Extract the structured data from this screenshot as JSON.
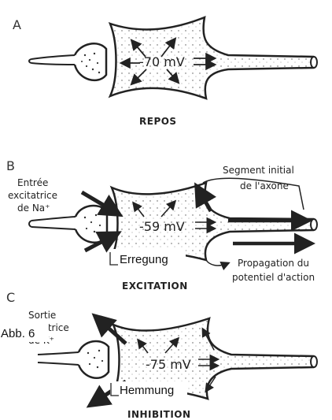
{
  "panels": [
    {
      "letter": "A",
      "voltage": "-70 mV",
      "caption": "REPOS"
    },
    {
      "letter": "B",
      "voltage": "-59 mV",
      "caption": "EXCITATION",
      "input_label": [
        "Entrée",
        "excitatrice",
        "de Na⁺"
      ],
      "segment_label": [
        "Segment initial",
        "de l'axone"
      ],
      "propagation_label": [
        "Propagation du",
        "potentiel d'action"
      ],
      "tag": "Erregung"
    },
    {
      "letter": "C",
      "voltage": "-75 mV",
      "caption": "INHIBITION",
      "output_label": [
        "Sortie",
        "inhibitrice",
        "de K⁺"
      ],
      "tag": "Hemmung"
    }
  ],
  "figure_label": "Abb. 6"
}
